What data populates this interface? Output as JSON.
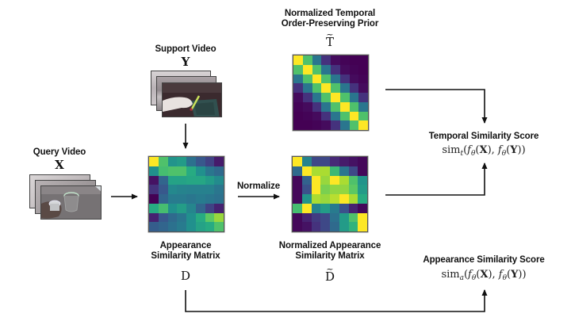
{
  "diagram": {
    "query_video": {
      "title": "Query Video",
      "symbol": "X"
    },
    "support_video": {
      "title": "Support Video",
      "symbol": "Y"
    },
    "appearance_matrix": {
      "title_line1": "Appearance",
      "title_line2": "Similarity Matrix",
      "symbol": "D",
      "colormap": "viridis",
      "values": [
        [
          1.0,
          0.72,
          0.52,
          0.55,
          0.38,
          0.28,
          0.2,
          0.08
        ],
        [
          0.5,
          0.7,
          0.72,
          0.72,
          0.62,
          0.5,
          0.4,
          0.35
        ],
        [
          0.05,
          0.33,
          0.58,
          0.58,
          0.6,
          0.6,
          0.55,
          0.48
        ],
        [
          0.15,
          0.28,
          0.47,
          0.45,
          0.44,
          0.44,
          0.44,
          0.4
        ],
        [
          0.0,
          0.33,
          0.42,
          0.42,
          0.4,
          0.42,
          0.4,
          0.38
        ],
        [
          0.62,
          0.7,
          0.5,
          0.56,
          0.46,
          0.33,
          0.2,
          0.1
        ],
        [
          0.1,
          0.28,
          0.35,
          0.4,
          0.5,
          0.62,
          0.75,
          0.85
        ],
        [
          0.3,
          0.33,
          0.38,
          0.42,
          0.5,
          0.58,
          0.62,
          0.72
        ]
      ]
    },
    "normalize_label": "Normalize",
    "normalized_appearance_matrix": {
      "title_line1": "Normalized Appearance",
      "title_line2": "Similarity Matrix",
      "symbol": "D",
      "symbol_accent": "~",
      "colormap": "viridis",
      "values": [
        [
          1.0,
          0.45,
          0.22,
          0.22,
          0.12,
          0.08,
          0.05,
          0.02
        ],
        [
          0.35,
          1.0,
          0.88,
          0.88,
          0.68,
          0.4,
          0.22,
          0.02
        ],
        [
          0.02,
          0.32,
          1.0,
          0.85,
          1.0,
          0.88,
          0.72,
          0.52
        ],
        [
          0.02,
          0.25,
          1.0,
          0.8,
          0.84,
          0.84,
          0.75,
          0.55
        ],
        [
          0.02,
          0.52,
          0.88,
          0.85,
          0.9,
          1.0,
          0.88,
          0.62
        ],
        [
          0.7,
          1.0,
          0.45,
          0.55,
          0.42,
          0.25,
          0.1,
          0.02
        ],
        [
          0.02,
          0.1,
          0.18,
          0.22,
          0.38,
          0.55,
          0.72,
          1.0
        ],
        [
          0.02,
          0.05,
          0.15,
          0.22,
          0.35,
          0.55,
          0.65,
          1.0
        ]
      ]
    },
    "temporal_prior_matrix": {
      "title_line1": "Normalized Temporal",
      "title_line2": "Order-Preserving Prior",
      "symbol": "T",
      "symbol_accent": "~",
      "colormap": "viridis",
      "values": [
        [
          1.0,
          0.72,
          0.4,
          0.15,
          0.03,
          0.01,
          0.0,
          0.0
        ],
        [
          0.72,
          1.0,
          0.72,
          0.4,
          0.15,
          0.03,
          0.01,
          0.0
        ],
        [
          0.4,
          0.72,
          1.0,
          0.72,
          0.4,
          0.15,
          0.03,
          0.01
        ],
        [
          0.15,
          0.4,
          0.72,
          1.0,
          0.72,
          0.4,
          0.15,
          0.03
        ],
        [
          0.03,
          0.15,
          0.4,
          0.72,
          1.0,
          0.72,
          0.4,
          0.15
        ],
        [
          0.01,
          0.03,
          0.15,
          0.4,
          0.72,
          1.0,
          0.72,
          0.4
        ],
        [
          0.0,
          0.01,
          0.03,
          0.15,
          0.4,
          0.72,
          1.0,
          0.72
        ],
        [
          0.0,
          0.0,
          0.01,
          0.03,
          0.15,
          0.4,
          0.72,
          1.0
        ]
      ]
    },
    "temporal_score": {
      "title": "Temporal Similarity Score",
      "formula": {
        "fn": "sim",
        "subscript": "t",
        "f": "f",
        "theta": "θ",
        "arg1": "X",
        "arg2": "Y"
      }
    },
    "appearance_score": {
      "title": "Appearance Similarity Score",
      "formula": {
        "fn": "sim",
        "subscript": "a",
        "f": "f",
        "theta": "θ",
        "arg1": "X",
        "arg2": "Y"
      }
    }
  }
}
